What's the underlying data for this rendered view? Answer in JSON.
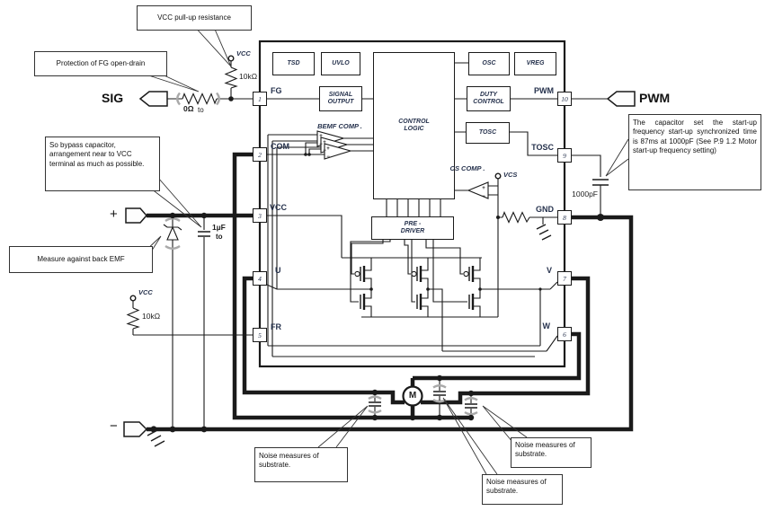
{
  "colors": {
    "wire": "#1a1a1a",
    "label": "#26324d",
    "gray_mark": "#a9a9a9"
  },
  "connectors": {
    "sig": "SIG",
    "pwm": "PWM",
    "plus": "+",
    "minus": "−"
  },
  "ic": {
    "blocks": {
      "tsd": "TSD",
      "uvlo": "UVLO",
      "osc": "OSC",
      "vreg": "VREG",
      "signal_output": "SIGNAL OUTPUT",
      "duty_control": "DUTY CONTROL",
      "control_logic": "CONTROL LOGIC",
      "tosc": "TOSC",
      "pre_driver": "PRE - DRIVER",
      "bemf_comp": "BEMF COMP .",
      "cs_comp": "CS COMP ."
    },
    "pins": {
      "p1": {
        "number": "1",
        "label": "FG"
      },
      "p2": {
        "number": "2",
        "label": "COM"
      },
      "p3": {
        "number": "3",
        "label": "VCC"
      },
      "p4": {
        "number": "4",
        "label": "U"
      },
      "p5": {
        "number": "5",
        "label": "FR"
      },
      "p6": {
        "number": "6",
        "label": "W"
      },
      "p7": {
        "number": "7",
        "label": "V"
      },
      "p8": {
        "number": "8",
        "label": "GND"
      },
      "p9": {
        "number": "9",
        "label": "TOSC"
      },
      "p10": {
        "number": "10",
        "label": "PWM"
      }
    }
  },
  "components": {
    "vcc_pullup_top": {
      "supply": "VCC",
      "value": "10kΩ"
    },
    "series_resistor": {
      "value": "0Ω",
      "qualifier": "to"
    },
    "vcc_pullup_fr": {
      "supply": "VCC",
      "value": "10kΩ"
    },
    "bypass_capacitor": {
      "value": "1µF",
      "qualifier": "to"
    },
    "startup_capacitor": {
      "value": "1000pF"
    },
    "current_sense": {
      "label": "VCS"
    },
    "motor": {
      "label": "M"
    }
  },
  "signs": {
    "plus": "+",
    "minus": "−"
  },
  "callouts": {
    "vcc_pullup": "VCC pull-up resistance",
    "fg_protection": "Protection of FG open-drain",
    "bypass": "So bypass capacitor, arrangement near to VCC terminal as much as possible.",
    "back_emf": "Measure against back EMF",
    "startup": "The capacitor set the start-up frequency start-up synchronized time is 87ms at 1000pF (See P.9 1.2 Motor start-up frequency setting)",
    "noise1": "Noise measures of substrate.",
    "noise2": "Noise measures of substrate.",
    "noise3": "Noise measures of substrate."
  }
}
